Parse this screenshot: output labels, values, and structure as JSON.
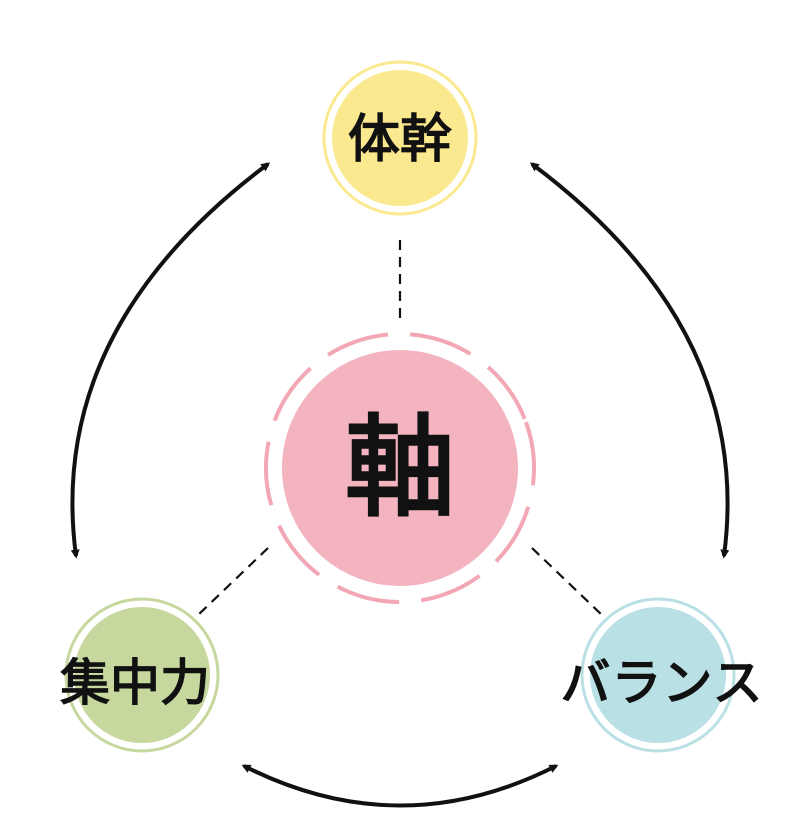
{
  "diagram": {
    "center": {
      "label": "軸",
      "color": "#f3b4c0"
    },
    "nodes": [
      {
        "label": "体幹",
        "color": "#fbe98f",
        "ring_color": "#fbe98f"
      },
      {
        "label": "集中力",
        "color": "#c7d89e",
        "ring_color": "#c7d89e"
      },
      {
        "label": "バランス",
        "color": "#b9e0e4",
        "ring_color": "#b9e0e4"
      }
    ],
    "arrow_color": "#111111",
    "connector_style": "dashed"
  }
}
